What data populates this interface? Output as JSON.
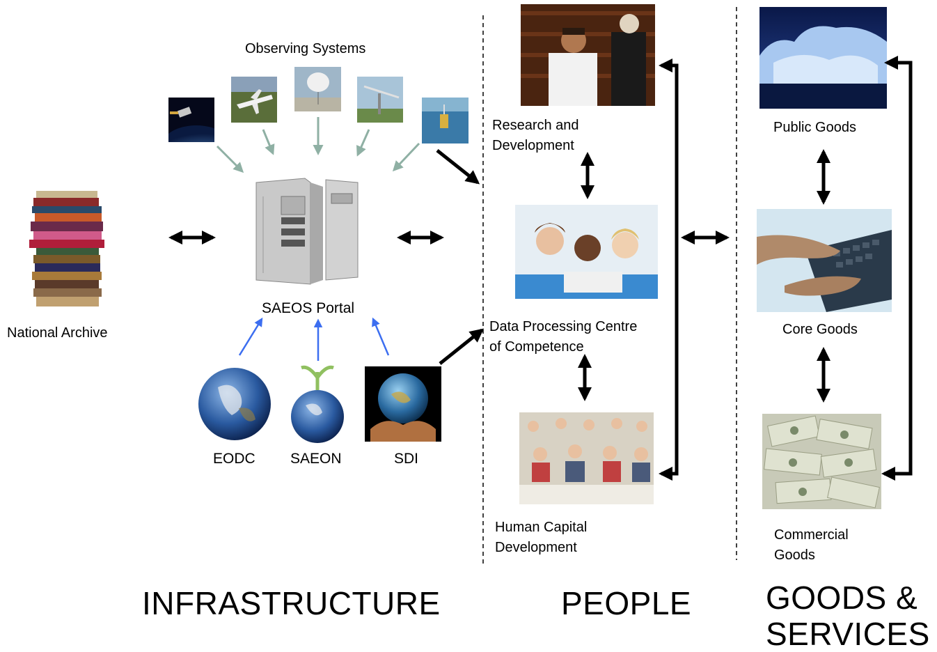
{
  "observing_systems_label": "Observing Systems",
  "national_archive_label": "National Archive",
  "portal_label": "SAEOS Portal",
  "eodc_label": "EODC",
  "saeon_label": "SAEON",
  "sdi_label": "SDI",
  "research_label": "Research and\nDevelopment",
  "data_processing_label": "Data Processing Centre\nof Competence",
  "human_capital_label": "Human Capital\nDevelopment",
  "public_goods_label": "Public Goods",
  "core_goods_label": "Core Goods",
  "commercial_goods_label": "Commercial\nGoods",
  "section_infrastructure": "INFRASTRUCTURE",
  "section_people": "PEOPLE",
  "section_goods": "GOODS &\nSERVICES",
  "colors": {
    "arrow_black": "#000000",
    "arrow_gray": "#8fb0a4",
    "arrow_blue": "#3c6ef0"
  }
}
